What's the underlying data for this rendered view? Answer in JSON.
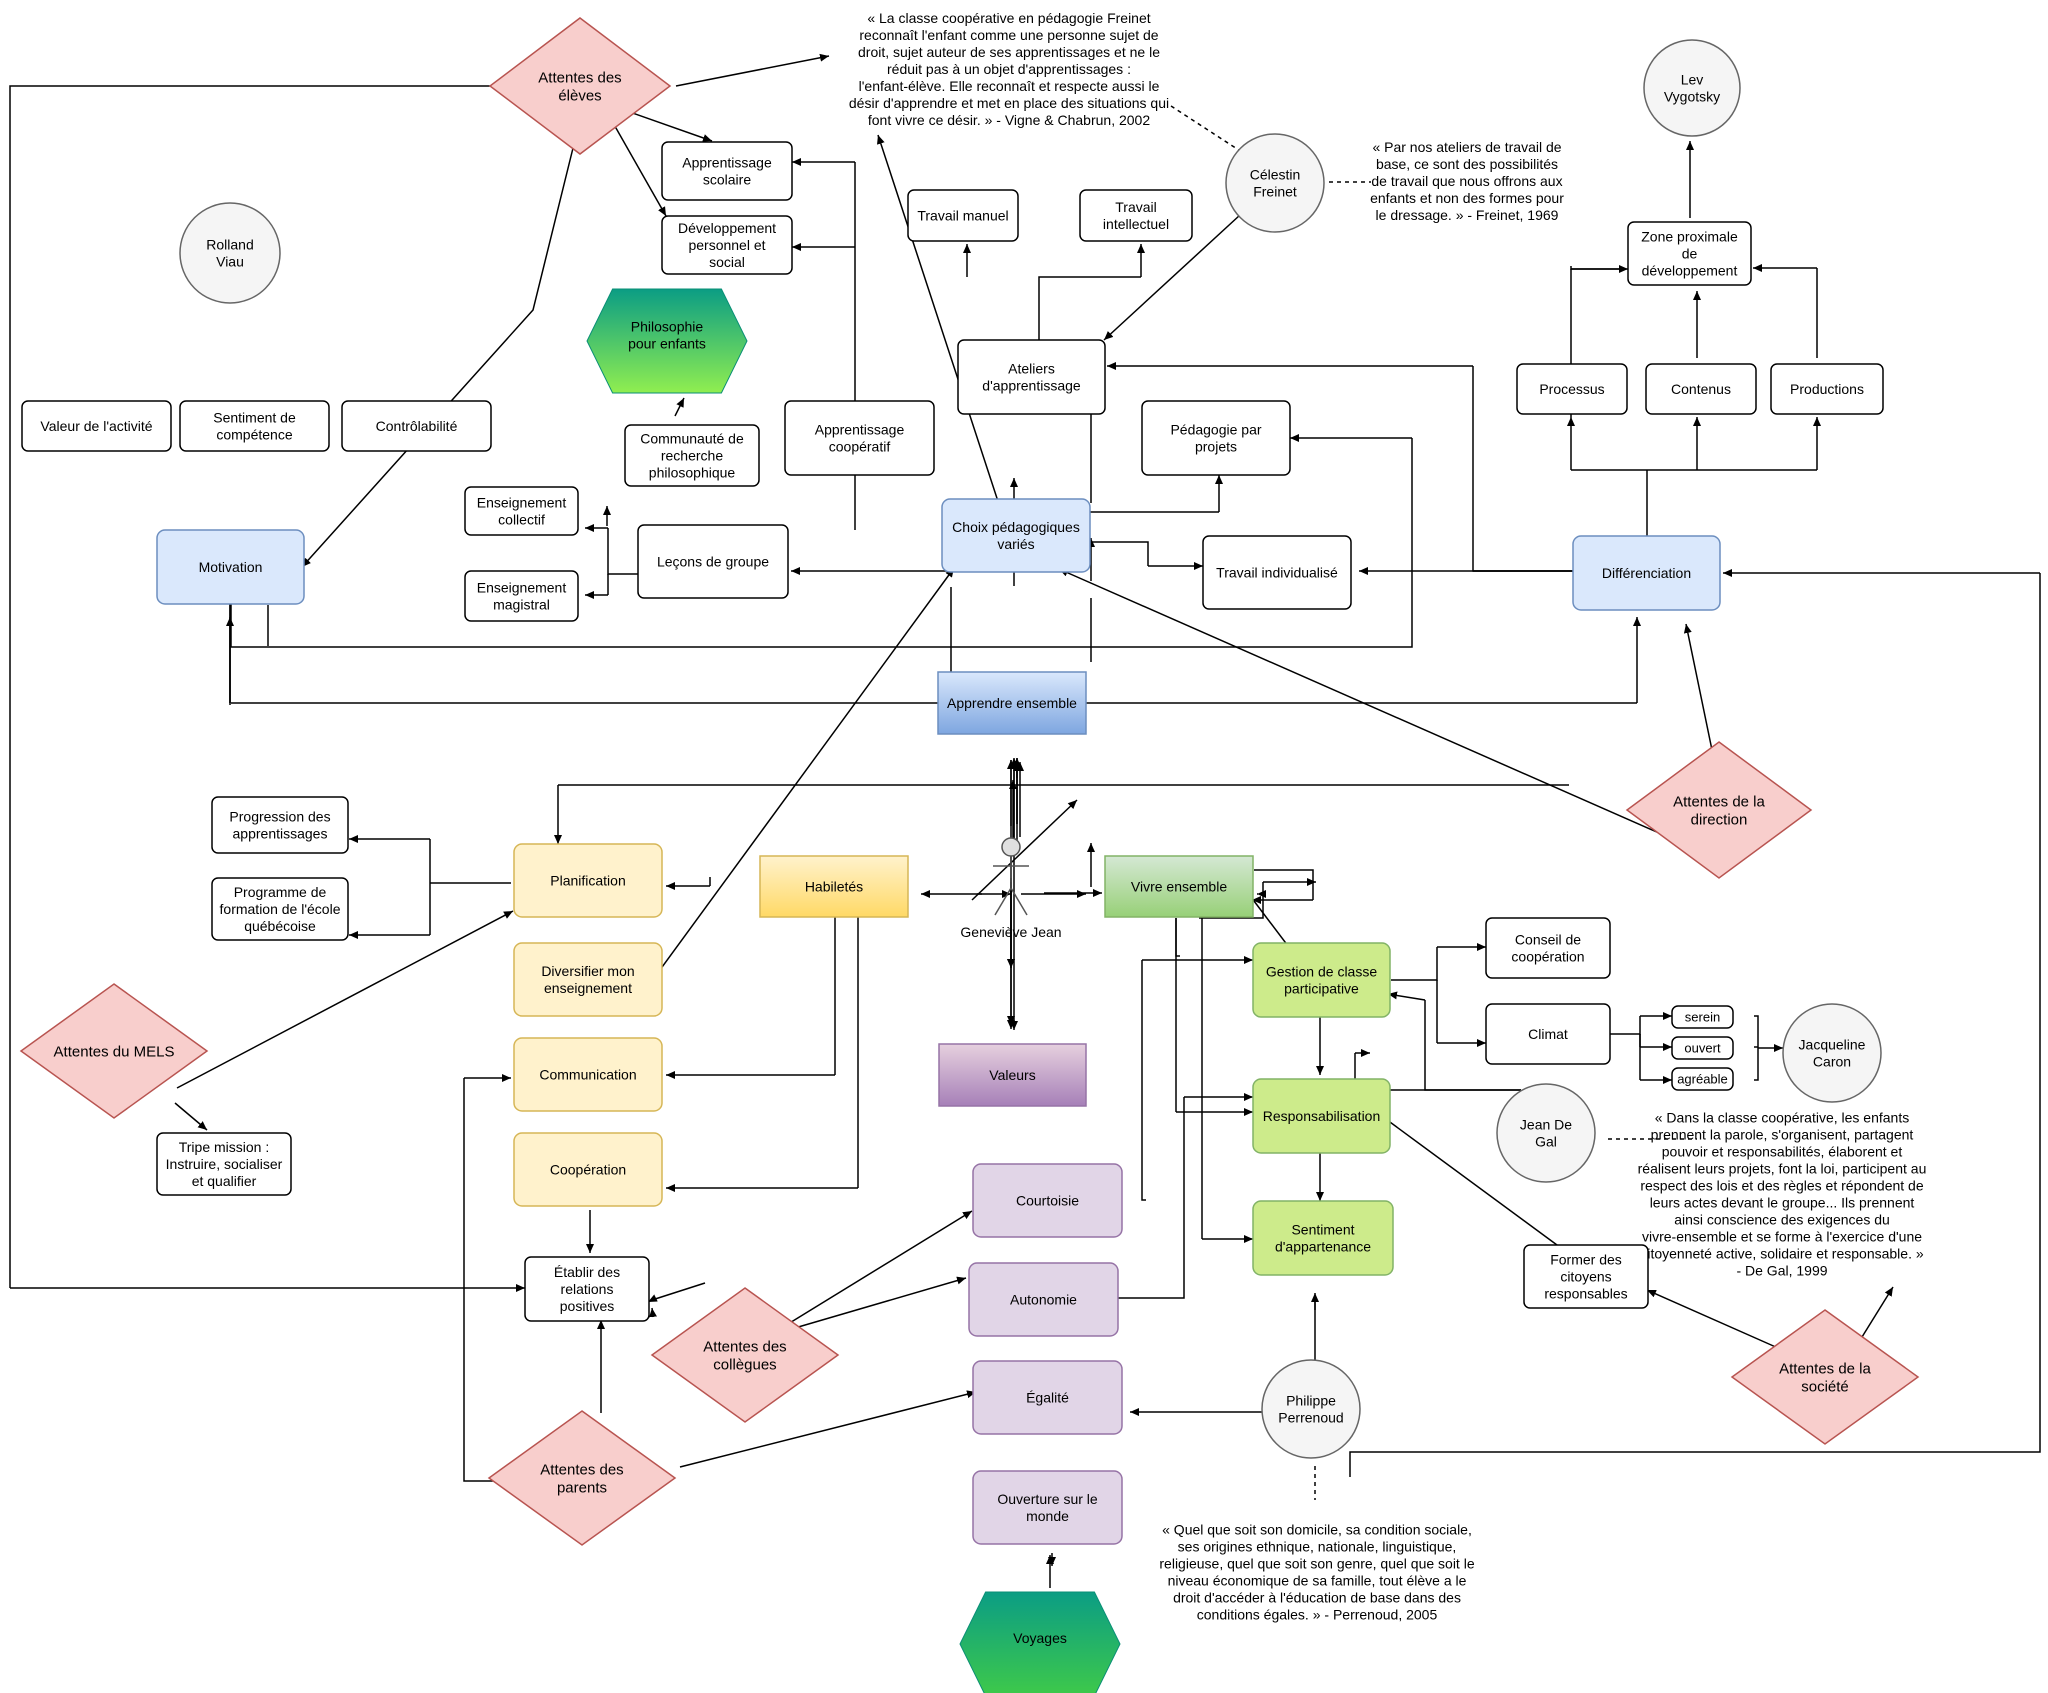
{
  "nodes": {
    "attentes_eleves": "Attentes des élèves",
    "apprentissage_scolaire": "Apprentissage scolaire",
    "developpement_personnel": "Développement personnel et social",
    "rolland_viau": "Rolland Viau",
    "valeur_activite": "Valeur de l'activité",
    "sentiment_competence": "Sentiment de compétence",
    "controlabilite": "Contrôlabilité",
    "motivation": "Motivation",
    "philosophie_enfants": "Philosophie pour enfants",
    "communaute_recherche": "Communauté de recherche philosophique",
    "enseignement_collectif": "Enseignement collectif",
    "enseignement_magistral": "Enseignement magistral",
    "lecons_groupe": "Leçons de groupe",
    "apprentissage_cooperatif": "Apprentissage coopératif",
    "choix_pedagogiques": "Choix pédagogiques variés",
    "travail_manuel": "Travail manuel",
    "travail_intellectuel": "Travail intellectuel",
    "ateliers": "Ateliers d'apprentissage",
    "pedagogie_projets": "Pédagogie par projets",
    "travail_individualise": "Travail individualisé",
    "celestin_freinet": "Célestin Freinet",
    "lev_vygotsky": "Lev Vygotsky",
    "zone_proximale": "Zone proximale de développement",
    "processus": "Processus",
    "contenus": "Contenus",
    "productions": "Productions",
    "differenciation": "Différenciation",
    "apprendre_ensemble": "Apprendre ensemble",
    "attentes_direction": "Attentes de la direction",
    "progression": "Progression des apprentissages",
    "programme_formation": "Programme de formation de l'école québécoise",
    "planification": "Planification",
    "habiletes": "Habiletés",
    "genevieve": "Geneviève Jean",
    "vivre_ensemble": "Vivre ensemble",
    "diversifier": "Diversifier mon enseignement",
    "communication": "Communication",
    "cooperation": "Coopération",
    "attentes_mels": "Attentes du MELS",
    "tripe_mission": "Tripe mission : Instruire, socialiser et qualifier",
    "relations_positives": "Établir des relations positives",
    "attentes_collegues": "Attentes des collègues",
    "attentes_parents": "Attentes des parents",
    "valeurs": "Valeurs",
    "courtoisie": "Courtoisie",
    "autonomie": "Autonomie",
    "egalite": "Égalité",
    "ouverture_monde": "Ouverture sur le monde",
    "voyages": "Voyages",
    "gestion_classe": "Gestion de classe participative",
    "conseil_cooperation": "Conseil de coopération",
    "climat": "Climat",
    "serein": "serein",
    "ouvert": "ouvert",
    "agreable": "agréable",
    "jacqueline_caron": "Jacqueline Caron",
    "responsabilisation": "Responsabilisation",
    "jean_de_gal": "Jean De Gal",
    "sentiment_appartenance": "Sentiment d'appartenance",
    "former_citoyens": "Former des citoyens responsables",
    "attentes_societe": "Attentes de la société",
    "philippe_perrenoud": "Philippe Perrenoud"
  },
  "quotes": {
    "vigne_chabrun": "« La classe coopérative en pédagogie Freinet reconnaît l'enfant comme une personne sujet de droit, sujet auteur de ses apprentissages et ne le réduit pas à un objet d'apprentissages : l'enfant-élève. Elle reconnaît et respecte aussi le désir d'apprendre et met en place des situations qui font vivre ce désir. » - Vigne & Chabrun, 2002",
    "freinet": "« Par nos ateliers de travail de base, ce sont des possibilités de travail que nous offrons aux enfants et non des formes pour le dressage. » - Freinet, 1969",
    "de_gal": "« Dans la classe coopérative, les enfants prennent la parole, s'organisent, partagent pouvoir et responsabilités, élaborent et réalisent leurs projets, font la loi, participent au respect des lois et des règles et répondent de leurs actes devant le groupe... Ils prennent ainsi conscience des exigences du vivre-ensemble et se forme à l'exercice d'une citoyenneté active, solidaire et responsable. » - De Gal, 1999",
    "perrenoud": "« Quel que soit son domicile, sa condition sociale, ses origines ethnique, nationale, linguistique, religieuse, quel que soit son genre, quel que soit le niveau économique de sa famille, tout élève a le droit d'accéder à l'éducation de base dans des conditions égales. » - Perrenoud, 2005"
  },
  "colors": {
    "blue_fill": "#dae8fc",
    "blue_stroke": "#6c8ebf",
    "yellow_fill": "#fff2cc",
    "yellow_stroke": "#d6b656",
    "green_fill": "#cdeb8b",
    "green_stroke": "#82b366",
    "purple_fill": "#e1d5e7",
    "purple_stroke": "#9673a6",
    "red_fill": "#f8cecc",
    "red_stroke": "#b85450",
    "circle_fill": "#f5f5f5",
    "circle_stroke": "#666666"
  }
}
